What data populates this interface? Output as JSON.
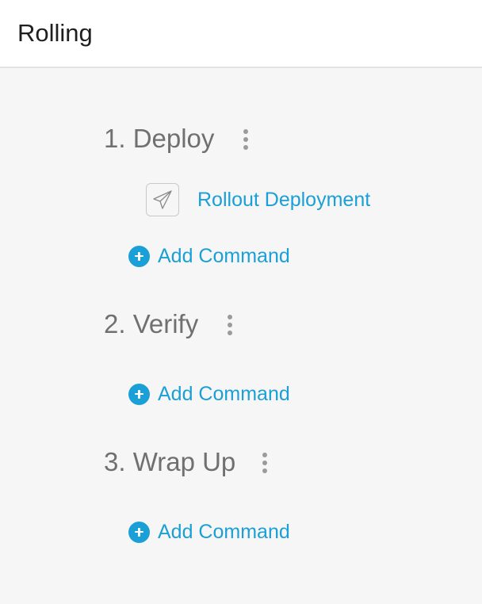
{
  "header": {
    "title": "Rolling"
  },
  "phases": [
    {
      "title": "1. Deploy",
      "steps": [
        {
          "label": "Rollout Deployment",
          "icon": "paper-plane-icon"
        }
      ],
      "add_label": "Add Command"
    },
    {
      "title": "2. Verify",
      "steps": [],
      "add_label": "Add Command"
    },
    {
      "title": "3. Wrap Up",
      "steps": [],
      "add_label": "Add Command"
    }
  ],
  "colors": {
    "accent": "#1a9fd6",
    "phase_text": "#707070",
    "background": "#f6f6f6",
    "header_bg": "#ffffff",
    "menu_dots": "#9b9b9b"
  }
}
